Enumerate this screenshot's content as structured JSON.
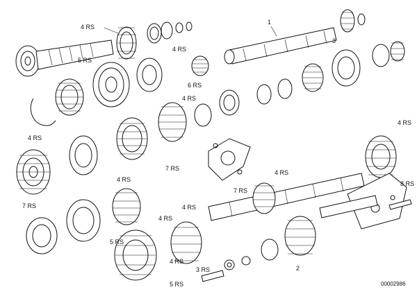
{
  "diagram": {
    "reference_number": "00002986",
    "callouts": [
      {
        "id": "c1",
        "text": "4 RS"
      },
      {
        "id": "c2",
        "text": "1"
      },
      {
        "id": "c3",
        "text": "3"
      },
      {
        "id": "c4",
        "text": "5 RS"
      },
      {
        "id": "c5",
        "text": "4 RS"
      },
      {
        "id": "c6",
        "text": "6 RS"
      },
      {
        "id": "c7",
        "text": "4 RS"
      },
      {
        "id": "c8",
        "text": "4 RS"
      },
      {
        "id": "c9",
        "text": "7 RS"
      },
      {
        "id": "c10",
        "text": "4 RS"
      },
      {
        "id": "c11",
        "text": "7 RS"
      },
      {
        "id": "c12",
        "text": "4 RS"
      },
      {
        "id": "c13",
        "text": "4 RS"
      },
      {
        "id": "c14",
        "text": "8 RS"
      },
      {
        "id": "c15",
        "text": "4 RS"
      },
      {
        "id": "c16",
        "text": "7 RS"
      },
      {
        "id": "c17",
        "text": "4 RS"
      },
      {
        "id": "c18",
        "text": "5 RS"
      },
      {
        "id": "c19",
        "text": "4 RS"
      },
      {
        "id": "c20",
        "text": "3 RS"
      },
      {
        "id": "c21",
        "text": "5 RS"
      },
      {
        "id": "c22",
        "text": "2"
      }
    ]
  }
}
